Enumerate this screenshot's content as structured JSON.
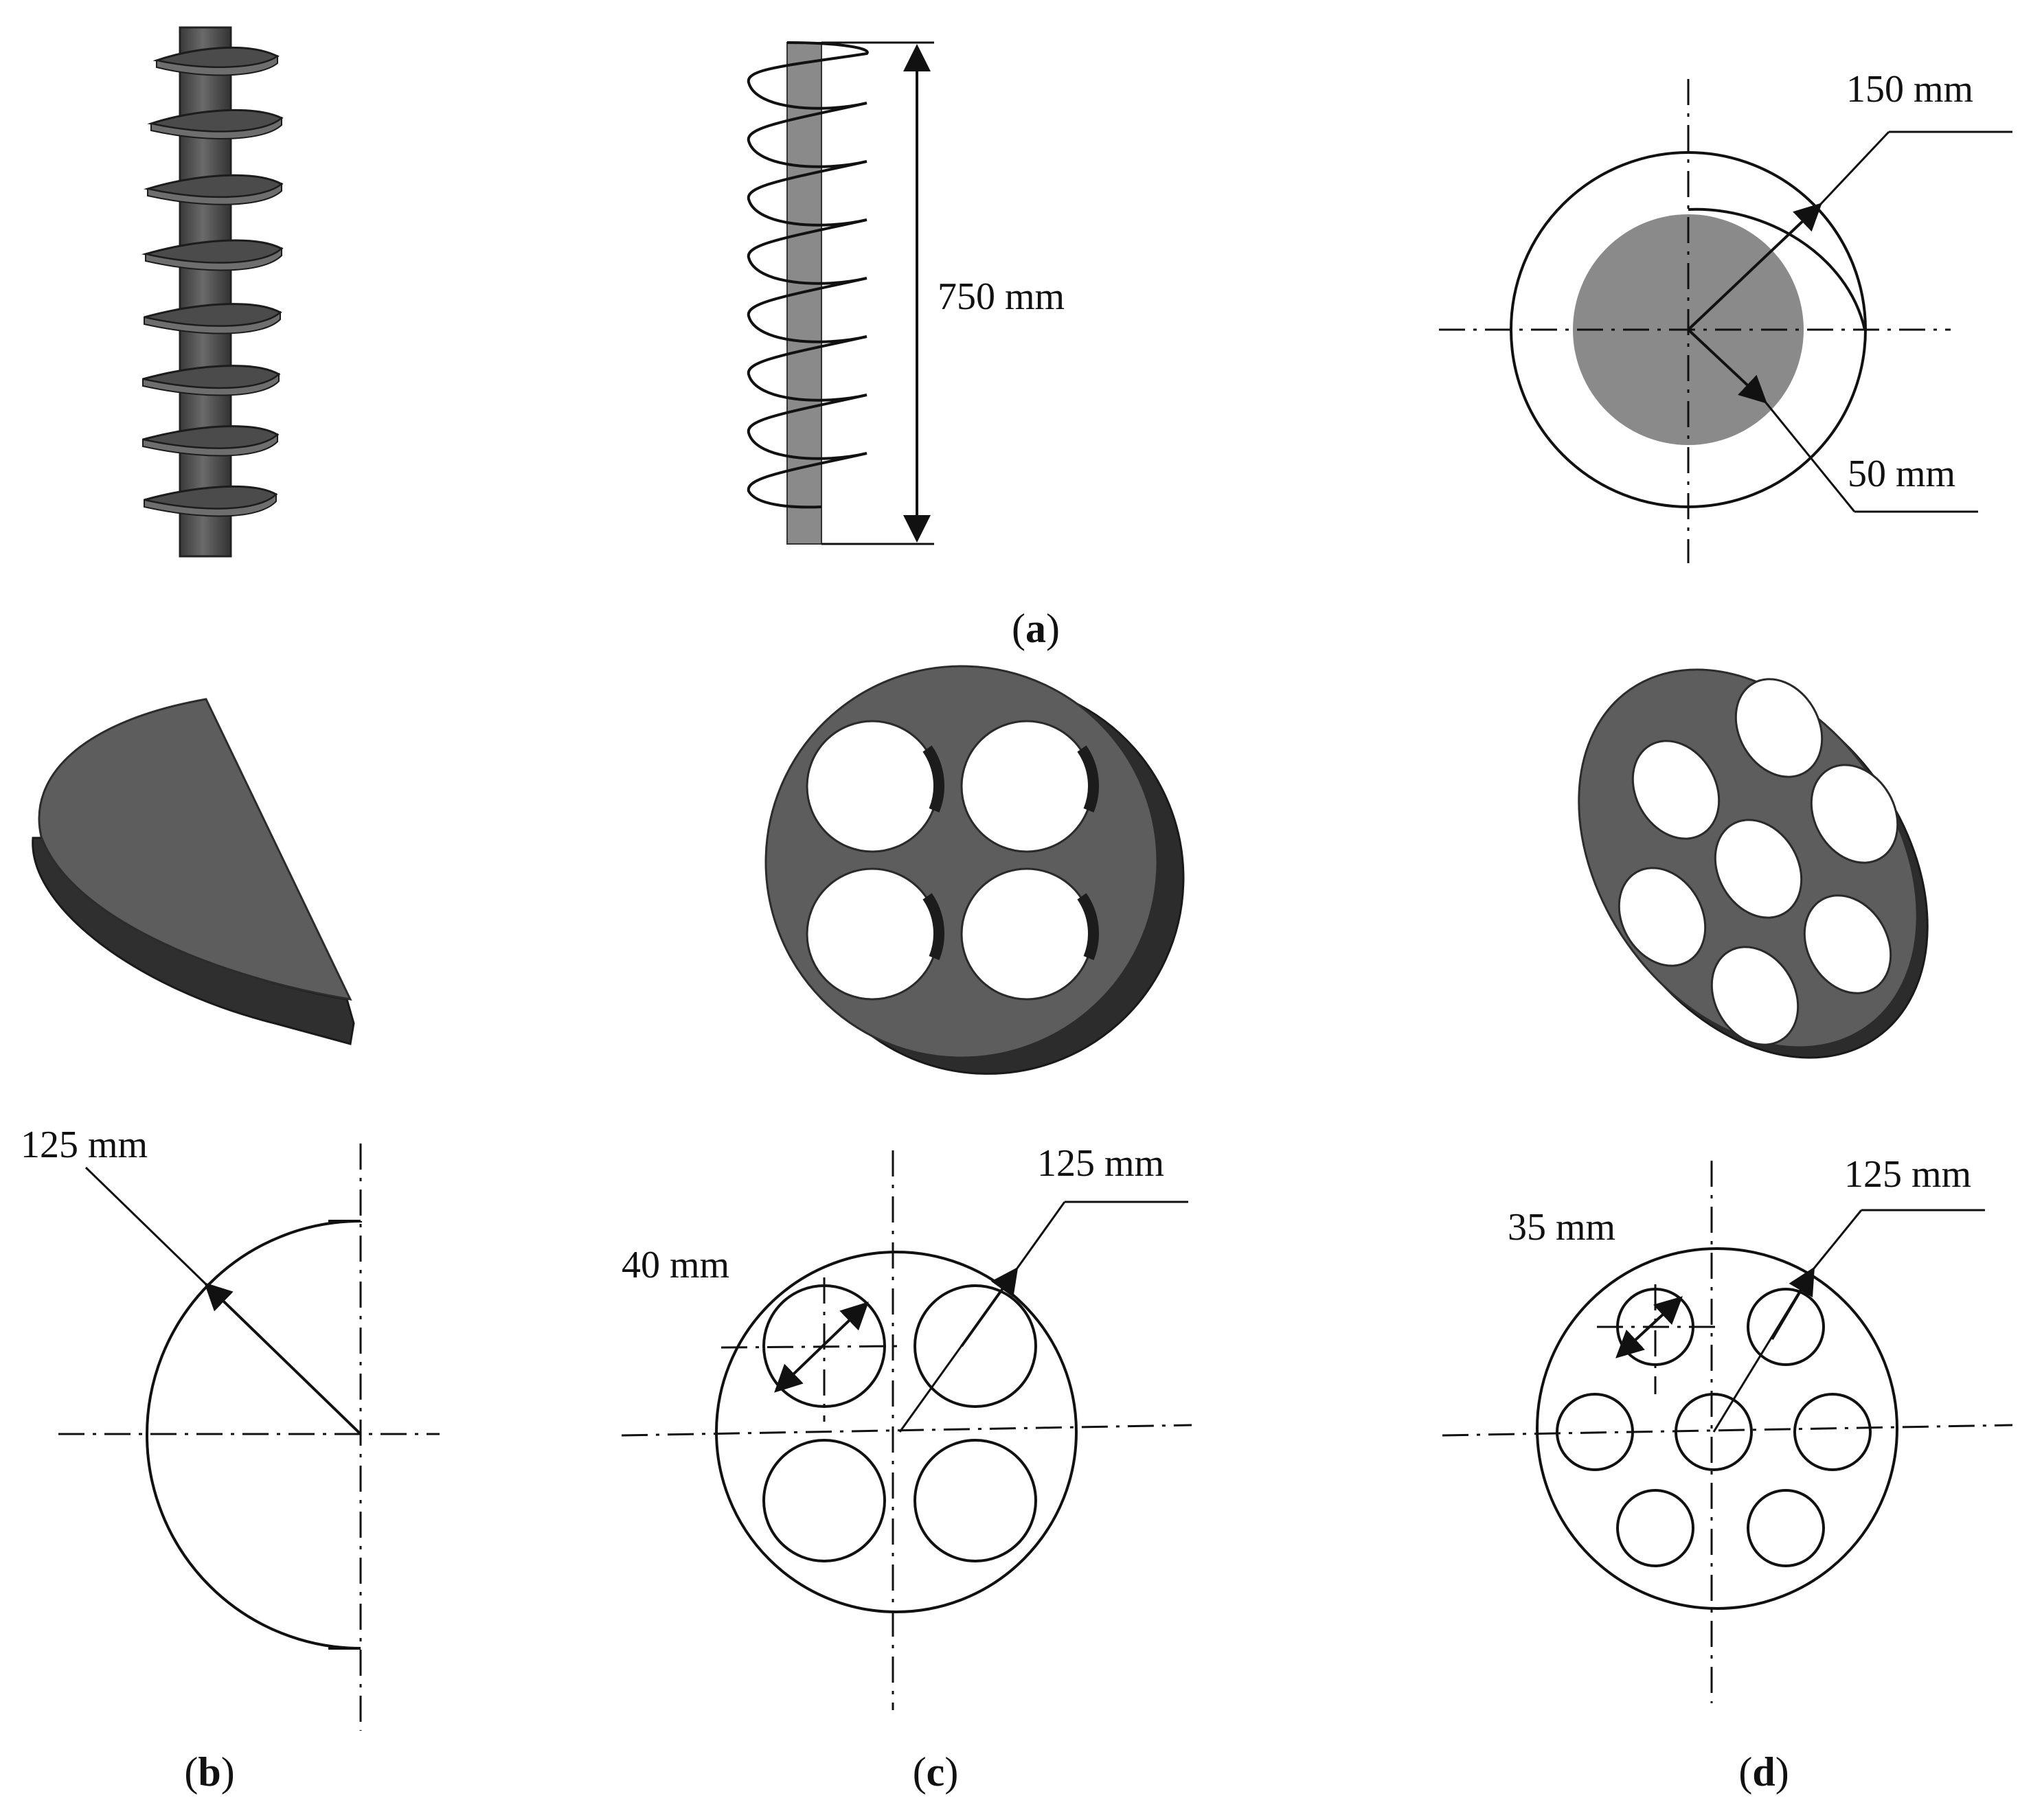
{
  "panel_a": {
    "caption_letter": "a",
    "length_label": "750 mm",
    "outer_radius_label": "150 mm",
    "inner_radius_label": "50 mm"
  },
  "panel_b": {
    "caption_letter": "b",
    "radius_label": "125 mm"
  },
  "panel_c": {
    "caption_letter": "c",
    "radius_label": "125 mm",
    "hole_label": "40 mm"
  },
  "panel_d": {
    "caption_letter": "d",
    "radius_label": "125 mm",
    "hole_label": "35 mm"
  },
  "colors": {
    "solid_face": "#5d5d5d",
    "solid_edge": "#2f2f2f",
    "shaft_fill": "#8a8a8a",
    "line": "#111111"
  }
}
